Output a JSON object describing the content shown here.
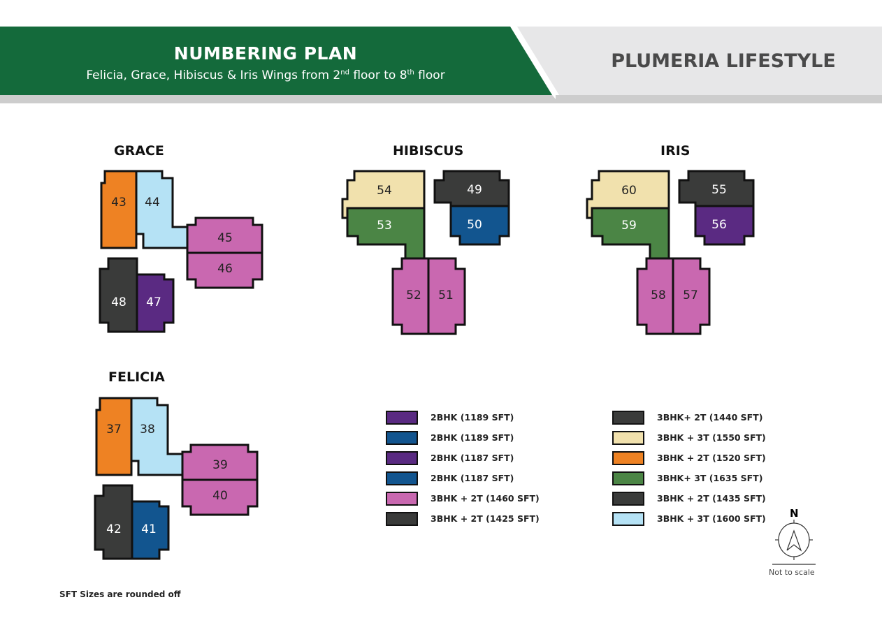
{
  "header": {
    "title": "NUMBERING PLAN",
    "subtitle_pre": "Felicia, Grace, Hibiscus & Iris Wings from 2",
    "sup1": "nd",
    "subtitle_mid": " floor to 8",
    "sup2": "th",
    "subtitle_post": " floor",
    "brand": "PLUMERIA LIFESTYLE"
  },
  "wings": {
    "grace": {
      "label": "GRACE",
      "units": [
        {
          "no": "43",
          "color": "#ee8223"
        },
        {
          "no": "44",
          "color": "#b5e2f5"
        },
        {
          "no": "45",
          "color": "#c968b0"
        },
        {
          "no": "46",
          "color": "#c968b0"
        },
        {
          "no": "48",
          "color": "#3a3b3a"
        },
        {
          "no": "47",
          "color": "#5a2a82"
        }
      ]
    },
    "felicia": {
      "label": "FELICIA",
      "units": [
        {
          "no": "37",
          "color": "#ee8223"
        },
        {
          "no": "38",
          "color": "#b5e2f5"
        },
        {
          "no": "39",
          "color": "#c968b0"
        },
        {
          "no": "40",
          "color": "#c968b0"
        },
        {
          "no": "42",
          "color": "#3a3b3a"
        },
        {
          "no": "41",
          "color": "#12558f"
        }
      ]
    },
    "hibiscus": {
      "label": "HIBISCUS",
      "units": [
        {
          "no": "54",
          "color": "#f1e1ad"
        },
        {
          "no": "53",
          "color": "#4b8545"
        },
        {
          "no": "49",
          "color": "#3a3b3a"
        },
        {
          "no": "50",
          "color": "#12558f"
        },
        {
          "no": "52",
          "color": "#c968b0"
        },
        {
          "no": "51",
          "color": "#c968b0"
        }
      ]
    },
    "iris": {
      "label": "IRIS",
      "units": [
        {
          "no": "60",
          "color": "#f1e1ad"
        },
        {
          "no": "59",
          "color": "#4b8545"
        },
        {
          "no": "55",
          "color": "#3a3b3a"
        },
        {
          "no": "56",
          "color": "#5a2a82"
        },
        {
          "no": "58",
          "color": "#c968b0"
        },
        {
          "no": "57",
          "color": "#c968b0"
        }
      ]
    }
  },
  "legend": {
    "left": [
      {
        "label": "2BHK (1189 SFT)",
        "color": "#5a2a82"
      },
      {
        "label": "2BHK (1189 SFT)",
        "color": "#12558f"
      },
      {
        "label": "2BHK (1187 SFT)",
        "color": "#5a2a82"
      },
      {
        "label": "2BHK (1187 SFT)",
        "color": "#12558f"
      },
      {
        "label": "3BHK + 2T (1460 SFT)",
        "color": "#c968b0"
      },
      {
        "label": "3BHK + 2T (1425 SFT)",
        "color": "#3a3b3a"
      }
    ],
    "right": [
      {
        "label": "3BHK+ 2T (1440 SFT)",
        "color": "#3a3b3a"
      },
      {
        "label": "3BHK + 3T (1550 SFT)",
        "color": "#f1e1ad"
      },
      {
        "label": "3BHK + 2T (1520 SFT)",
        "color": "#ee8223"
      },
      {
        "label": "3BHK+ 3T (1635 SFT)",
        "color": "#4b8545"
      },
      {
        "label": "3BHK + 2T (1435 SFT)",
        "color": "#3a3b3a"
      },
      {
        "label": "3BHK + 3T (1600 SFT)",
        "color": "#b5e2f5"
      }
    ]
  },
  "compass": {
    "north": "N",
    "scale_note": "Not to scale"
  },
  "footnote": "SFT Sizes are rounded off"
}
